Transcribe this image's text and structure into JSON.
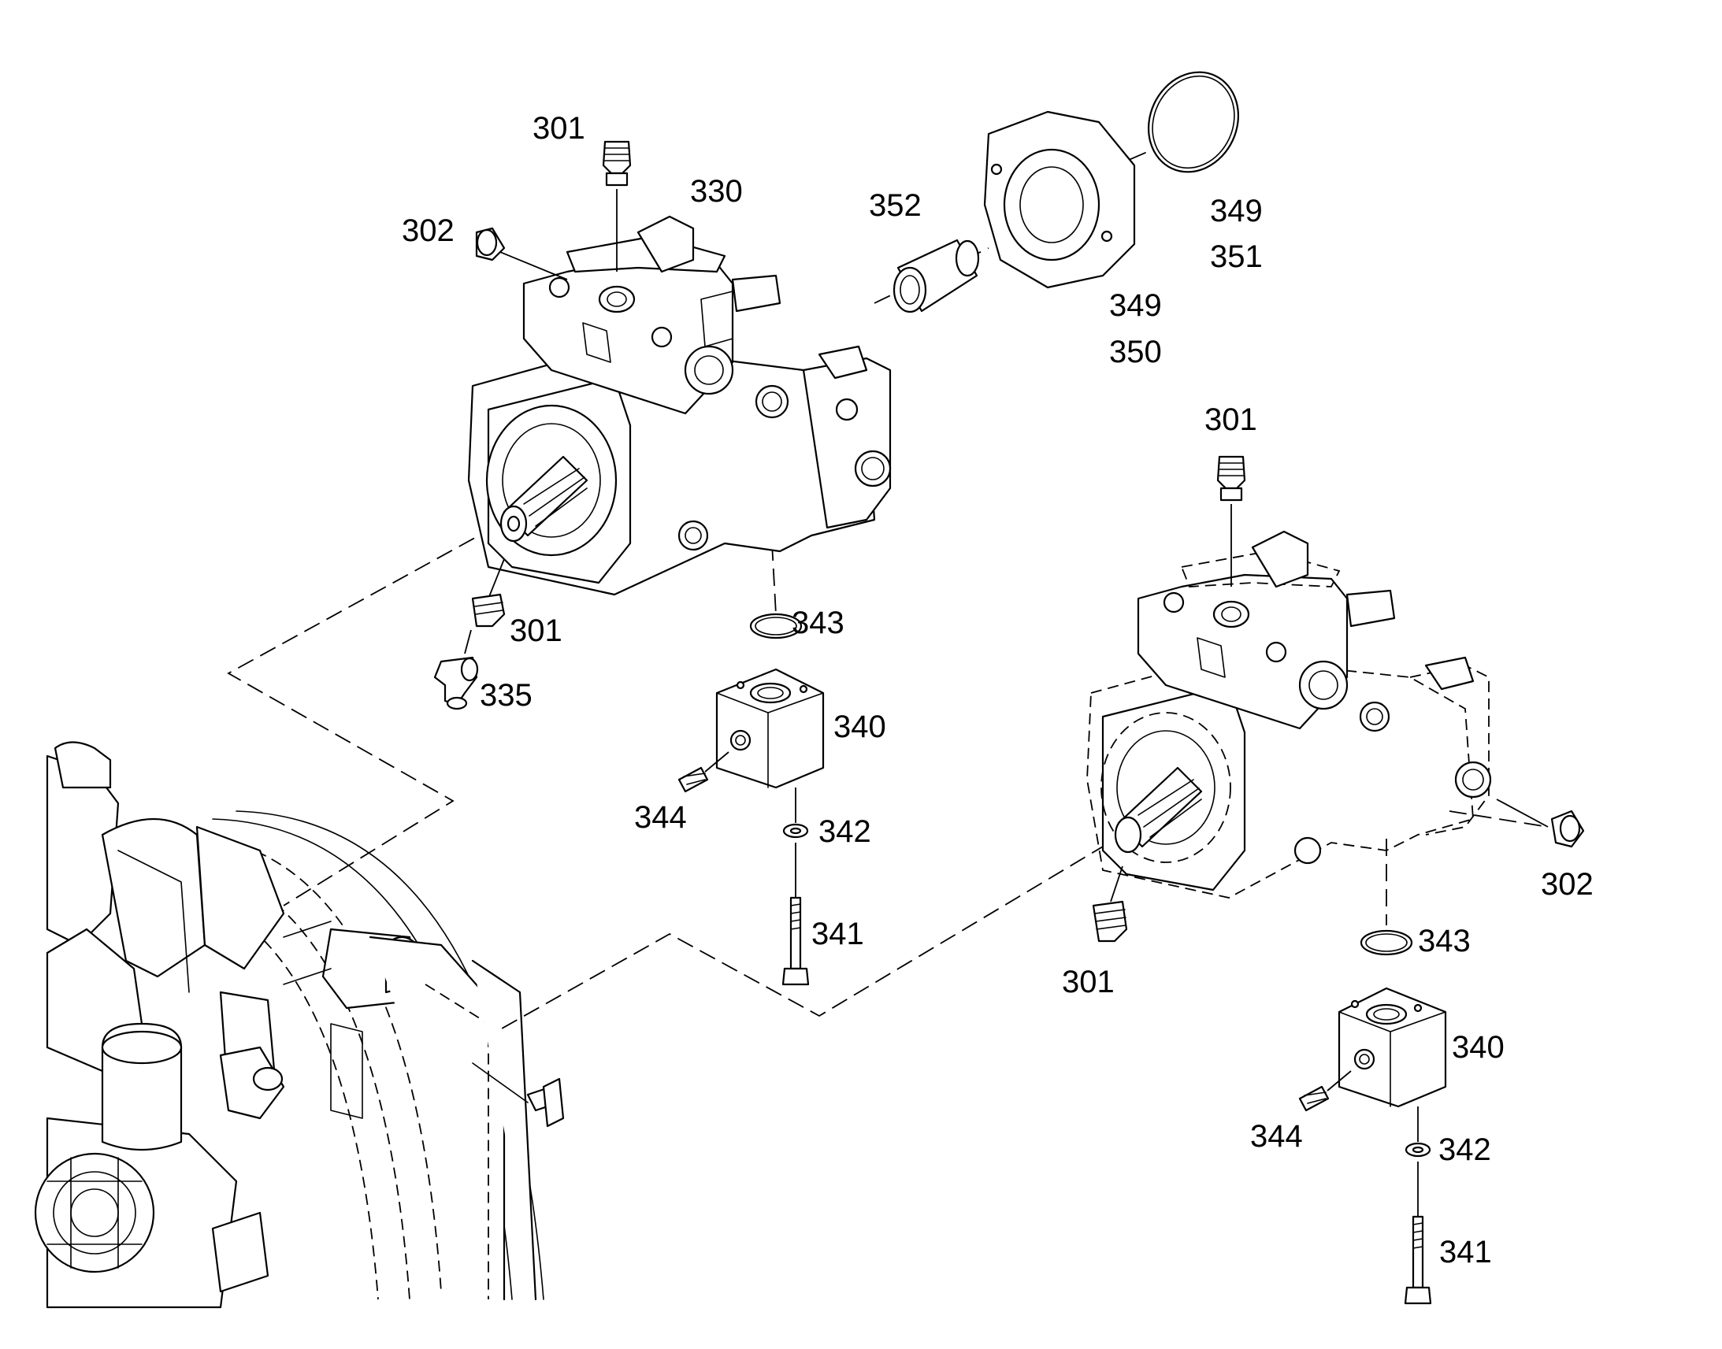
{
  "diagram": {
    "labels": {
      "l_301a": "301",
      "l_330": "330",
      "l_302a": "302",
      "l_352": "352",
      "l_349a": "349",
      "l_351": "351",
      "l_349b": "349",
      "l_350": "350",
      "l_301b": "301",
      "l_301c": "301",
      "l_335": "335",
      "l_343a": "343",
      "l_340a": "340",
      "l_344a": "344",
      "l_342a": "342",
      "l_341a": "341",
      "l_302b": "302",
      "l_301d": "301",
      "l_343b": "343",
      "l_340b": "340",
      "l_344b": "344",
      "l_342b": "342",
      "l_341b": "341"
    }
  }
}
